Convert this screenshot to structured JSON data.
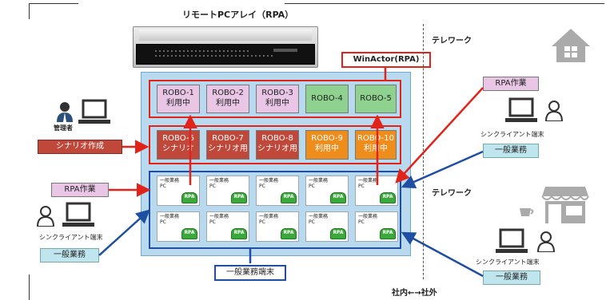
{
  "server": {
    "title": "リモートPCアレイ（RPA）"
  },
  "winactor_label": "WinActor(RPA)",
  "telework_top": "テレワーク",
  "telework_bottom": "テレワーク",
  "robo_row1": [
    {
      "name": "ROBO-1",
      "status": "利用中"
    },
    {
      "name": "ROBO-2",
      "status": "利用中"
    },
    {
      "name": "ROBO-3",
      "status": "利用中"
    },
    {
      "name": "ROBO-4",
      "status": ""
    },
    {
      "name": "ROBO-5",
      "status": ""
    }
  ],
  "robo_row2": [
    {
      "name": "ROBO-6",
      "status": "シナリオ"
    },
    {
      "name": "ROBO-7",
      "status": "シナリオ用"
    },
    {
      "name": "ROBO-8",
      "status": "シナリオ用"
    },
    {
      "name": "ROBO-9",
      "status": "利用中"
    },
    {
      "name": "ROBO-10",
      "status": "利用中"
    }
  ],
  "pc_cell": {
    "line1": "一般業務",
    "line2": "PC",
    "badge": "RPA"
  },
  "admin": {
    "label": "管理者",
    "task": "シナリオ作成"
  },
  "left_user": {
    "rpa_task": "RPA作業",
    "terminal": "シンクライアント端末",
    "task": "一般業務"
  },
  "right_top": {
    "rpa_task": "RPA作業",
    "terminal": "シンクライアント端末",
    "task": "一般業務"
  },
  "right_bottom": {
    "terminal": "シンクライアント端末",
    "task": "一般業務"
  },
  "pc_area_label": "一般業務端末",
  "inside_outside": "社内←→社外",
  "colors": {
    "red": "#e2231a",
    "blue": "#1f4fa3",
    "panel": "#b9d9ef"
  },
  "icons": [
    "person-icon",
    "laptop-icon",
    "house-icon",
    "shop-icon",
    "server-icon",
    "cup-icon"
  ]
}
